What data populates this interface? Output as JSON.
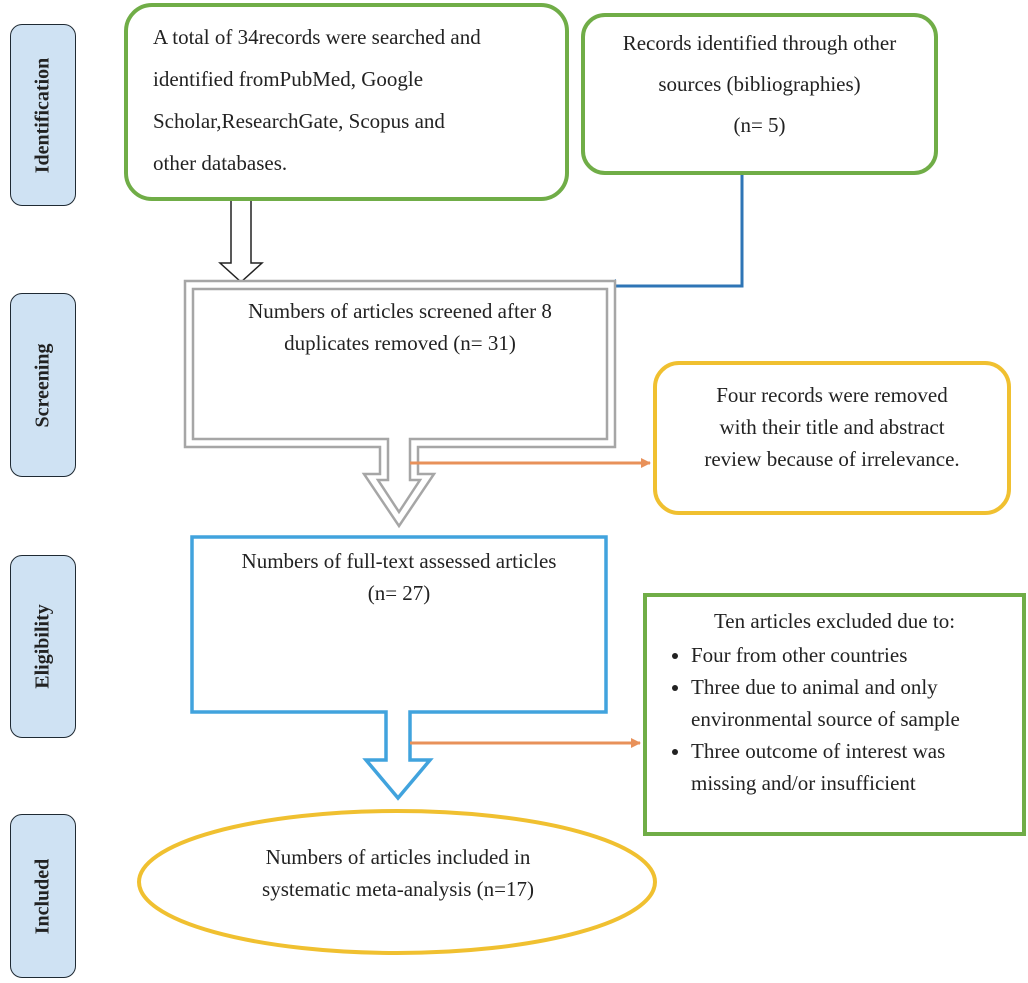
{
  "phases": {
    "identification": "Identification",
    "screening": "Screening",
    "eligibility": "Eligibility",
    "included": "Included"
  },
  "identification_db": {
    "line1": "A total of 34records were searched and",
    "line2": "identified fromPubMed, Google",
    "line3": "Scholar,ResearchGate, Scopus and",
    "line4": "other databases."
  },
  "identification_other": {
    "line1": "Records identified through other",
    "line2": "sources (bibliographies)",
    "line3": "(n= 5)"
  },
  "screening": {
    "line1": "Numbers of articles screened after 8",
    "line2": "duplicates removed (n= 31)"
  },
  "removed": {
    "line1": "Four records were removed",
    "line2": "with their title and abstract",
    "line3": "review because of irrelevance."
  },
  "eligibility": {
    "line1": "Numbers of full-text assessed articles",
    "line2": "(n= 27)"
  },
  "excluded": {
    "heading": "Ten articles excluded due to:",
    "items": [
      {
        "l1": "Four from other countries",
        "l2": ""
      },
      {
        "l1": "Three due to animal and only",
        "l2": "environmental source of sample"
      },
      {
        "l1": "Three outcome of interest was",
        "l2": "missing and/or insufficient"
      }
    ]
  },
  "included": {
    "line1": "Numbers of articles included in",
    "line2": "systematic meta-analysis (n=17)"
  },
  "colors": {
    "green": "#70ad47",
    "gray": "#a6a6a6",
    "blue": "#41a3dd",
    "yellow": "#f0c030",
    "orange": "#e8915a",
    "dark_blue": "#2e75b6",
    "phase_fill": "#cfe2f3"
  }
}
